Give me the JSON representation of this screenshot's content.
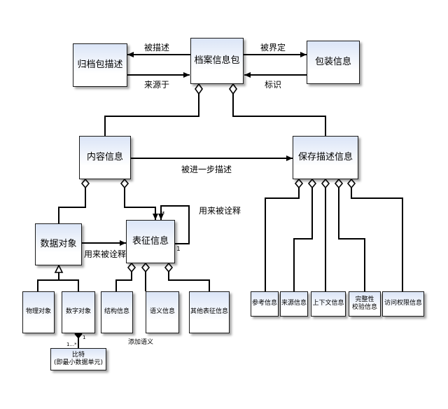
{
  "nodes": {
    "archive_desc": "归档包描述",
    "archive_info_package": "档案信息包",
    "packaging_info": "包装信息",
    "content_info": "内容信息",
    "preservation_desc": "保存描述信息",
    "data_object": "数据对象",
    "representation_info": "表征信息",
    "physical_object": "物理对象",
    "digital_object": "数字对象",
    "structure_info": "结构信息",
    "semantic_info": "语义信息",
    "other_repr_info": "其他表征信息",
    "reference_info": "参考信息",
    "provenance_info": "来源信息",
    "context_info": "上下文信息",
    "fixity_info_line1": "完整性",
    "fixity_info_line2": "校验信息",
    "access_rights_info": "访问权限信息",
    "bit_line1": "比特",
    "bit_line2": "(即最小数据单元)"
  },
  "labels": {
    "described_by": "被描述",
    "delimited_by": "被界定",
    "derived_from": "来源于",
    "identifies": "标识",
    "further_described_by": "被进一步描述",
    "interpreted_using_top": "用来被诠释",
    "interpreted_using_mid": "用来被诠释",
    "adds_meaning": "添加语义",
    "mult_star": "*",
    "mult_one": "1",
    "mult_one_n": "1...*",
    "mult_one_b": "1"
  }
}
